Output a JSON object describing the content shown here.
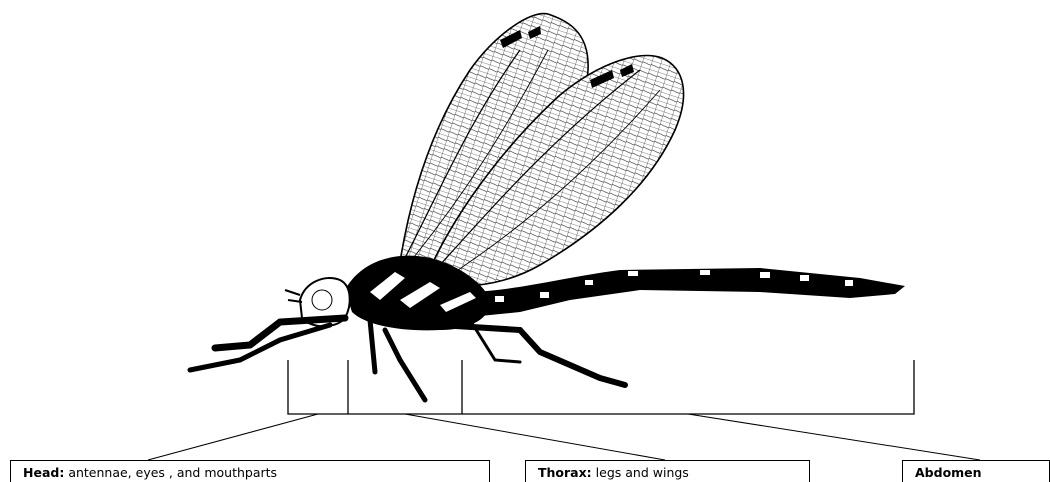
{
  "labels": {
    "head": {
      "term": "Head:",
      "desc": "antennae, eyes , and mouthparts"
    },
    "thorax": {
      "term": "Thorax:",
      "desc": "legs and wings"
    },
    "abdomen": {
      "term": "Abdomen",
      "desc": ""
    }
  },
  "colors": {
    "ink": "#000000",
    "background": "#ffffff",
    "wing_fill": "#ffffff"
  }
}
